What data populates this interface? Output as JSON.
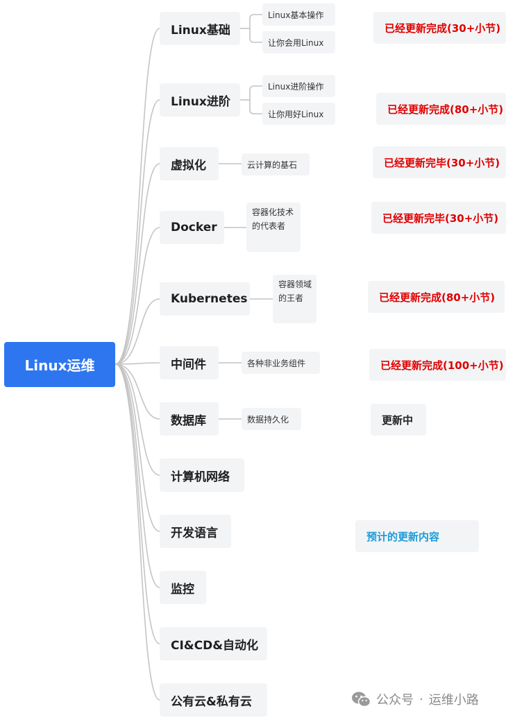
{
  "root": {
    "label": "Linux运维"
  },
  "topics": [
    {
      "label": "Linux基础",
      "subs": [
        "Linux基本操作",
        "让你会用Linux"
      ],
      "status": "已经更新完成(30+小节)"
    },
    {
      "label": "Linux进阶",
      "subs": [
        "Linux进阶操作",
        "让你用好Linux"
      ],
      "status": "已经更新完成(80+小节)"
    },
    {
      "label": "虚拟化",
      "subs": [
        "云计算的基石"
      ],
      "status": "已经更新完毕(30+小节)"
    },
    {
      "label": "Docker",
      "subs": [
        "容器化技术的代表者"
      ],
      "status": "已经更新完毕(30+小节)"
    },
    {
      "label": "Kubernetes",
      "subs": [
        "容器领域的王者"
      ],
      "status": "已经更新完成(80+小节)"
    },
    {
      "label": "中间件",
      "subs": [
        "各种非业务组件"
      ],
      "status": "已经更新完成(100+小节)"
    },
    {
      "label": "数据库",
      "subs": [
        "数据持久化"
      ],
      "status": "更新中"
    },
    {
      "label": "计算机网络"
    },
    {
      "label": "开发语言",
      "status": "预计的更新内容"
    },
    {
      "label": "监控"
    },
    {
      "label": "CI&CD&自动化"
    },
    {
      "label": "公有云&私有云"
    }
  ],
  "colors": {
    "root_bg": "#2e76f0",
    "node_bg": "#f3f4f6",
    "status_done": "#e00000",
    "status_planned": "#1d9bd8",
    "line": "#c4c4c4"
  },
  "watermark": {
    "icon": "wechat-icon",
    "dot": "·",
    "account": "公众号",
    "name": "运维小路",
    "full": "公众号 · 运维小路"
  }
}
